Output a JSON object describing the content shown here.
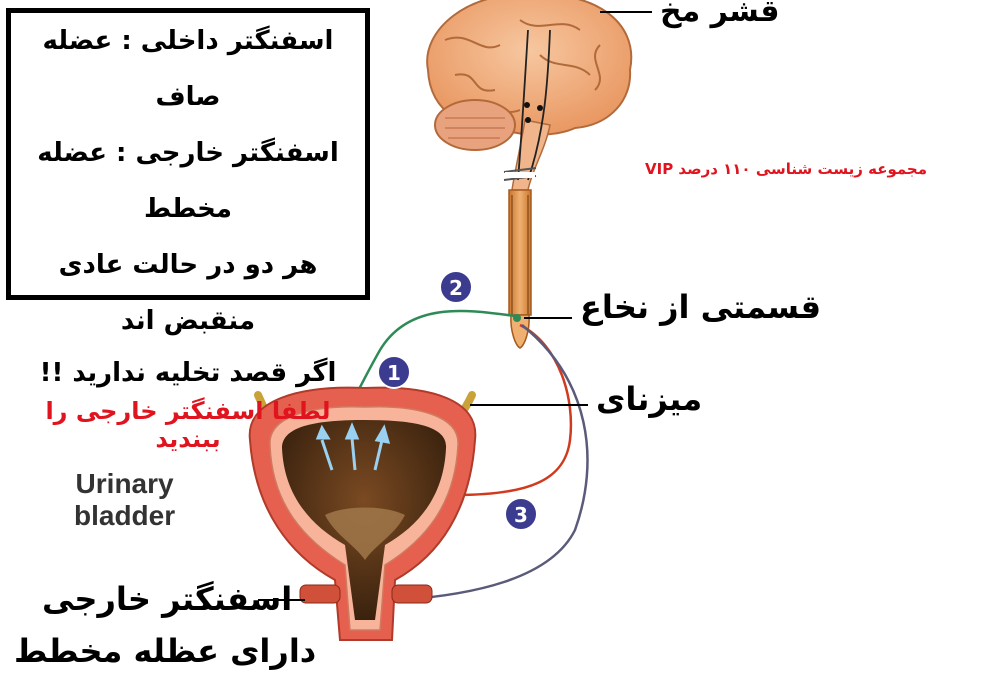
{
  "labels": {
    "cortex": "قشر مخ",
    "spinal_section": "قسمتی از نخاع",
    "ureter": "میزنای",
    "bladder_en": "Urinary\nbladder",
    "external_sphincter": "اسفنگتر خارجی",
    "striated_muscle": "دارای عظله مخطط",
    "watermark": "مجموعه زیست شناسی ۱۱۰ درصد VIP"
  },
  "info_box": {
    "line1": "اسفنگتر داخلی : عضله صاف",
    "line2": "اسفنگتر خارجی : عضله مخطط",
    "line3": "هر دو در حالت عادی منقبض اند",
    "line4": "اگر قصد تخلیه ندارید !!",
    "line5": "لطفا اسفنگتر خارجی را",
    "line6": "ببندید"
  },
  "badges": [
    "1",
    "2",
    "3"
  ],
  "colors": {
    "badge": "#3b3b8f",
    "sensory_path": "#2e8b57",
    "motor_path": "#d03a1e",
    "descending_path": "#5a5a7a",
    "warning_text": "#e0141e"
  }
}
